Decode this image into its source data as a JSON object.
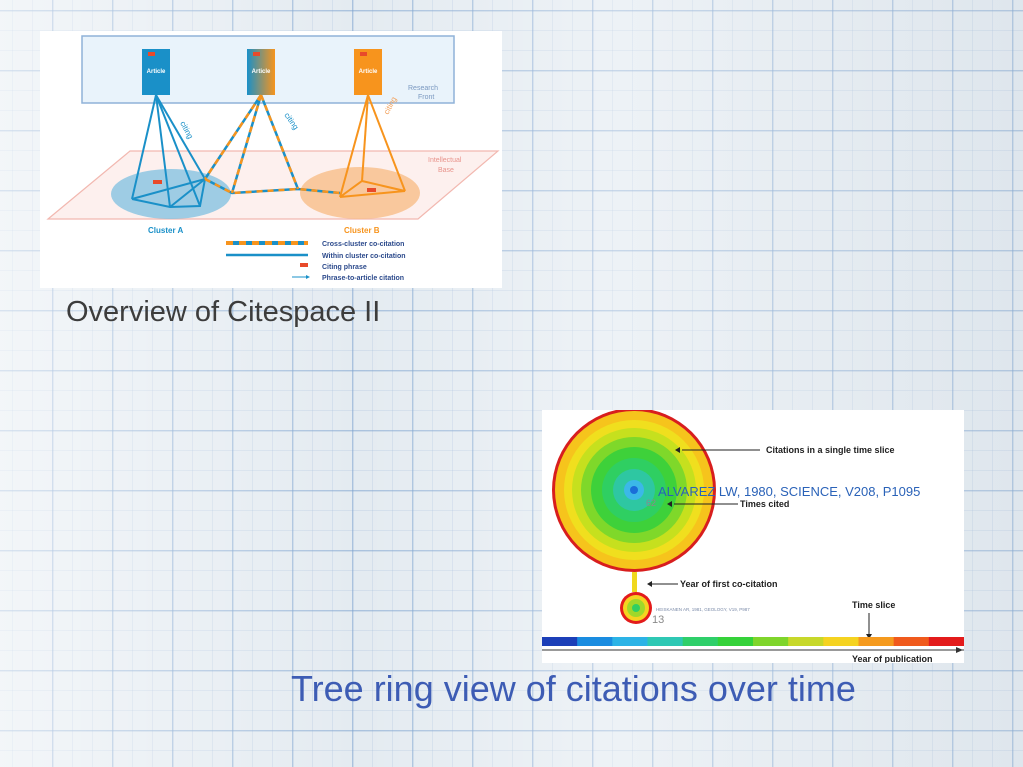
{
  "overview": {
    "caption": "Overview of Citespace II",
    "articles": [
      "Article",
      "Article",
      "Article"
    ],
    "citing_labels": [
      "citing",
      "citing",
      "citing"
    ],
    "research_front": [
      "Research",
      "Front"
    ],
    "intellectual_base": [
      "Intellectual",
      "Base"
    ],
    "cluster_a": "Cluster A",
    "cluster_b": "Cluster B",
    "legend": [
      "Cross-cluster co-citation",
      "Within cluster co-citation",
      "Citing phrase",
      "Phrase-to-article citation"
    ],
    "colors": {
      "blue": "#1a90c8",
      "orange": "#f7941d",
      "front_border": "#8fb2d8",
      "base_border": "#f2b8b0"
    }
  },
  "treering": {
    "caption": "Tree ring view of citations over time",
    "node_label": "ALVAREZ LW, 1980, SCIENCE, V208, P1095",
    "small_node_label": "HEISKANEN AR, 1981, GEOLOGY, V19, P987",
    "count_large": "62",
    "count_small": "13",
    "annotations": {
      "single_slice": "Citations in a single time slice",
      "times_cited": "Times cited",
      "first_cocitation": "Year of first co-citation",
      "time_slice": "Time slice",
      "year_of_publication": "Year of publication"
    },
    "timeline_colors": [
      "#1c3fb8",
      "#1a8ce0",
      "#2cb3e6",
      "#2ec8b4",
      "#2fcf6a",
      "#35d23a",
      "#7fd52b",
      "#c7d82a",
      "#f5d320",
      "#f59a1e",
      "#f05a1c",
      "#e31b1b"
    ]
  }
}
